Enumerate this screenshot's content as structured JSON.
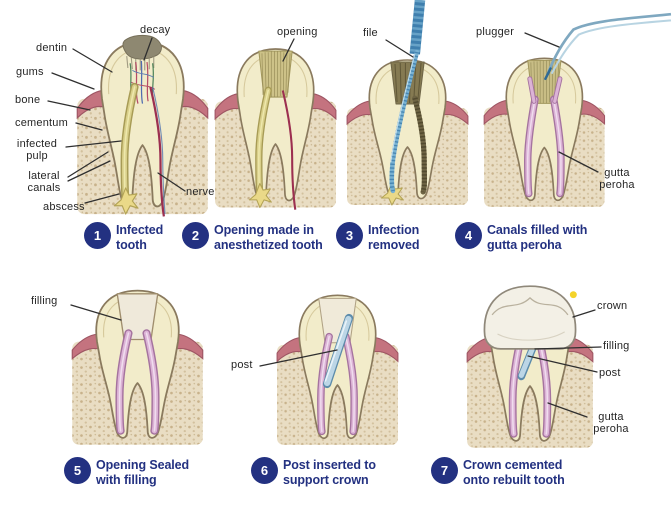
{
  "panels": [
    {
      "number": "1",
      "caption": "Infected\ntooth",
      "labels": [
        "decay",
        "dentin",
        "gums",
        "bone",
        "cementum",
        "infected\npulp",
        "lateral\ncanals",
        "abscess",
        "nerve"
      ]
    },
    {
      "number": "2",
      "caption": "Opening made in\nanesthetized tooth",
      "labels": [
        "opening"
      ]
    },
    {
      "number": "3",
      "caption": "Infection\nremoved",
      "labels": [
        "file"
      ]
    },
    {
      "number": "4",
      "caption": "Canals filled with\ngutta peroha",
      "labels": [
        "plugger",
        "gutta\nperoha"
      ]
    },
    {
      "number": "5",
      "caption": "Opening Sealed\nwith filling",
      "labels": [
        "filling"
      ]
    },
    {
      "number": "6",
      "caption": "Post inserted to\nsupport crown",
      "labels": [
        "post"
      ]
    },
    {
      "number": "7",
      "caption": "Crown cemented\nonto rebuilt tooth",
      "labels": [
        "crown",
        "filling",
        "post",
        "gutta\nperoha"
      ]
    }
  ],
  "colors": {
    "background": "#ffffff",
    "badge": "#233181",
    "caption_text": "#233181",
    "label_text": "#262626",
    "leader": "#2f2f2f",
    "tooth": "#f2ecca",
    "bone": "#e9ddc3",
    "bone_speck": "#c8b28b",
    "gums": "#c4737f",
    "canal_infected": "#d9cf8a",
    "decay": "#8e8871",
    "abscess": "#ead988",
    "gutta_percha": "#dcb3d6",
    "instrument_blue": "#79b2d2",
    "crown": "#f3f0e6",
    "sparkle": "#f4d32a"
  }
}
